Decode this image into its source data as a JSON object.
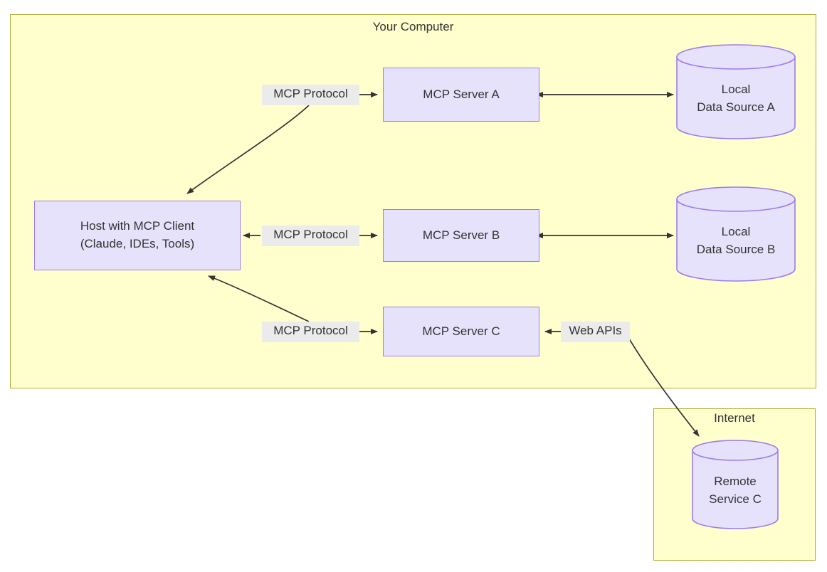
{
  "diagram": {
    "title_visible": false,
    "colors": {
      "group_fill": "#ffffce",
      "group_stroke": "#aaaa33",
      "node_fill": "#e6e2fb",
      "node_stroke": "#9d7ce8",
      "label_fill": "#ebebeb",
      "text": "#333333",
      "edge_stroke": "#333333"
    }
  },
  "groups": [
    {
      "id": "your-computer",
      "label": "Your Computer"
    },
    {
      "id": "internet",
      "label": "Internet"
    }
  ],
  "nodes": {
    "host": {
      "line1": "Host with MCP Client",
      "line2": "(Claude, IDEs, Tools)"
    },
    "server_a": {
      "label": "MCP Server A"
    },
    "server_b": {
      "label": "MCP Server B"
    },
    "server_c": {
      "label": "MCP Server C"
    },
    "data_source_a": {
      "line1": "Local",
      "line2": "Data Source A"
    },
    "data_source_b": {
      "line1": "Local",
      "line2": "Data Source B"
    },
    "remote_service_c": {
      "line1": "Remote",
      "line2": "Service C"
    }
  },
  "edge_labels": {
    "protocol_a": "MCP Protocol",
    "protocol_b": "MCP Protocol",
    "protocol_c": "MCP Protocol",
    "web_apis": "Web APIs"
  },
  "edges": [
    {
      "id": "host-server-a",
      "from": "host",
      "to": "server_a",
      "label": "MCP Protocol",
      "direction": "both",
      "style": "curved"
    },
    {
      "id": "server-a-data-a",
      "from": "server_a",
      "to": "data_source_a",
      "label": "",
      "direction": "both",
      "style": "straight"
    },
    {
      "id": "host-server-b",
      "from": "host",
      "to": "server_b",
      "label": "MCP Protocol",
      "direction": "both",
      "style": "straight"
    },
    {
      "id": "server-b-data-b",
      "from": "server_b",
      "to": "data_source_b",
      "label": "",
      "direction": "both",
      "style": "straight"
    },
    {
      "id": "host-server-c",
      "from": "host",
      "to": "server_c",
      "label": "MCP Protocol",
      "direction": "both",
      "style": "curved"
    },
    {
      "id": "server-c-remote-c",
      "from": "server_c",
      "to": "remote_service_c",
      "label": "Web APIs",
      "direction": "both",
      "style": "curved"
    }
  ]
}
